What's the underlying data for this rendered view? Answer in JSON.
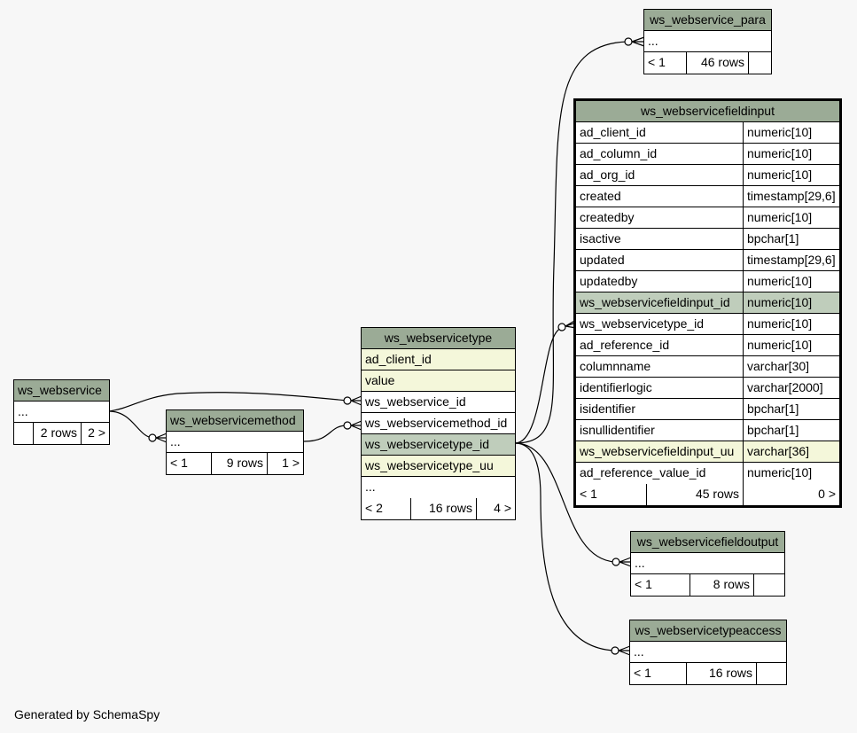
{
  "footer": "Generated by SchemaSpy",
  "tables": {
    "ws_webservice_para": {
      "name": "ws_webservice_para",
      "columns": [
        "..."
      ],
      "stats": {
        "parents": "< 1",
        "rows": "46 rows",
        "children": ""
      }
    },
    "ws_webservicefieldinput": {
      "name": "ws_webservicefieldinput",
      "columns": [
        {
          "name": "ad_client_id",
          "type": "numeric[10]",
          "kind": "normal"
        },
        {
          "name": "ad_column_id",
          "type": "numeric[10]",
          "kind": "normal"
        },
        {
          "name": "ad_org_id",
          "type": "numeric[10]",
          "kind": "normal"
        },
        {
          "name": "created",
          "type": "timestamp[29,6]",
          "kind": "normal"
        },
        {
          "name": "createdby",
          "type": "numeric[10]",
          "kind": "normal"
        },
        {
          "name": "isactive",
          "type": "bpchar[1]",
          "kind": "normal"
        },
        {
          "name": "updated",
          "type": "timestamp[29,6]",
          "kind": "normal"
        },
        {
          "name": "updatedby",
          "type": "numeric[10]",
          "kind": "normal"
        },
        {
          "name": "ws_webservicefieldinput_id",
          "type": "numeric[10]",
          "kind": "pk"
        },
        {
          "name": "ws_webservicetype_id",
          "type": "numeric[10]",
          "kind": "normal"
        },
        {
          "name": "ad_reference_id",
          "type": "numeric[10]",
          "kind": "normal"
        },
        {
          "name": "columnname",
          "type": "varchar[30]",
          "kind": "normal"
        },
        {
          "name": "identifierlogic",
          "type": "varchar[2000]",
          "kind": "normal"
        },
        {
          "name": "isidentifier",
          "type": "bpchar[1]",
          "kind": "normal"
        },
        {
          "name": "isnullidentifier",
          "type": "bpchar[1]",
          "kind": "normal"
        },
        {
          "name": "ws_webservicefieldinput_uu",
          "type": "varchar[36]",
          "kind": "uq"
        },
        {
          "name": "ad_reference_value_id",
          "type": "numeric[10]",
          "kind": "normal"
        }
      ],
      "stats": {
        "parents": "< 1",
        "rows": "45 rows",
        "children": "0 >"
      }
    },
    "ws_webservicetype": {
      "name": "ws_webservicetype",
      "columns": [
        {
          "name": "ad_client_id",
          "kind": "uq"
        },
        {
          "name": "value",
          "kind": "uq"
        },
        {
          "name": "ws_webservice_id",
          "kind": "normal"
        },
        {
          "name": "ws_webservicemethod_id",
          "kind": "normal"
        },
        {
          "name": "ws_webservicetype_id",
          "kind": "pk"
        },
        {
          "name": "ws_webservicetype_uu",
          "kind": "uq"
        },
        {
          "name": "...",
          "kind": "normal"
        }
      ],
      "stats": {
        "parents": "< 2",
        "rows": "16 rows",
        "children": "4 >"
      }
    },
    "ws_webservice": {
      "name": "ws_webservice",
      "columns": [
        "..."
      ],
      "stats": {
        "parents": "",
        "rows": "2 rows",
        "children": "2 >"
      }
    },
    "ws_webservicemethod": {
      "name": "ws_webservicemethod",
      "columns": [
        "..."
      ],
      "stats": {
        "parents": "< 1",
        "rows": "9 rows",
        "children": "1 >"
      }
    },
    "ws_webservicefieldoutput": {
      "name": "ws_webservicefieldoutput",
      "columns": [
        "..."
      ],
      "stats": {
        "parents": "< 1",
        "rows": "8 rows",
        "children": ""
      }
    },
    "ws_webservicetypeaccess": {
      "name": "ws_webservicetypeaccess",
      "columns": [
        "..."
      ],
      "stats": {
        "parents": "< 1",
        "rows": "16 rows",
        "children": ""
      }
    }
  }
}
